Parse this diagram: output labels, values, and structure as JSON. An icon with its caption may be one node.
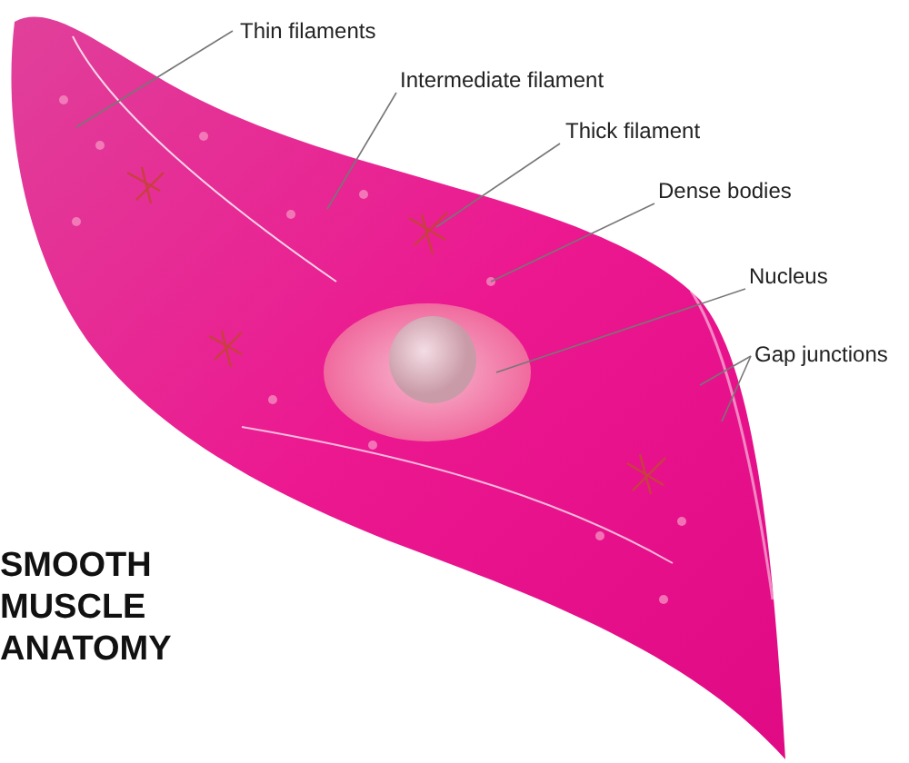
{
  "diagram": {
    "title": "SMOOTH MUSCLE ANATOMY",
    "nodes": [
      {
        "text": [
          "Thin filaments"
        ]
      },
      {
        "text": [
          "Intermediate filament"
        ]
      },
      {
        "text": [
          "Thick filament"
        ]
      },
      {
        "text": [
          "Dense bodies"
        ]
      },
      {
        "text": [
          "Nucleus"
        ]
      },
      {
        "text": [
          "Gap junctions"
        ]
      }
    ],
    "edges": [
      {
        "from": 0,
        "to": null,
        "arrow": "none"
      },
      {
        "from": 1,
        "to": null,
        "arrow": "none"
      },
      {
        "from": 2,
        "to": null,
        "arrow": "none"
      },
      {
        "from": 3,
        "to": null,
        "arrow": "none"
      },
      {
        "from": 4,
        "to": null,
        "arrow": "none"
      },
      {
        "from": 5,
        "to": null,
        "arrow": "none"
      },
      {
        "from": 5,
        "to": null,
        "arrow": "none"
      }
    ]
  }
}
